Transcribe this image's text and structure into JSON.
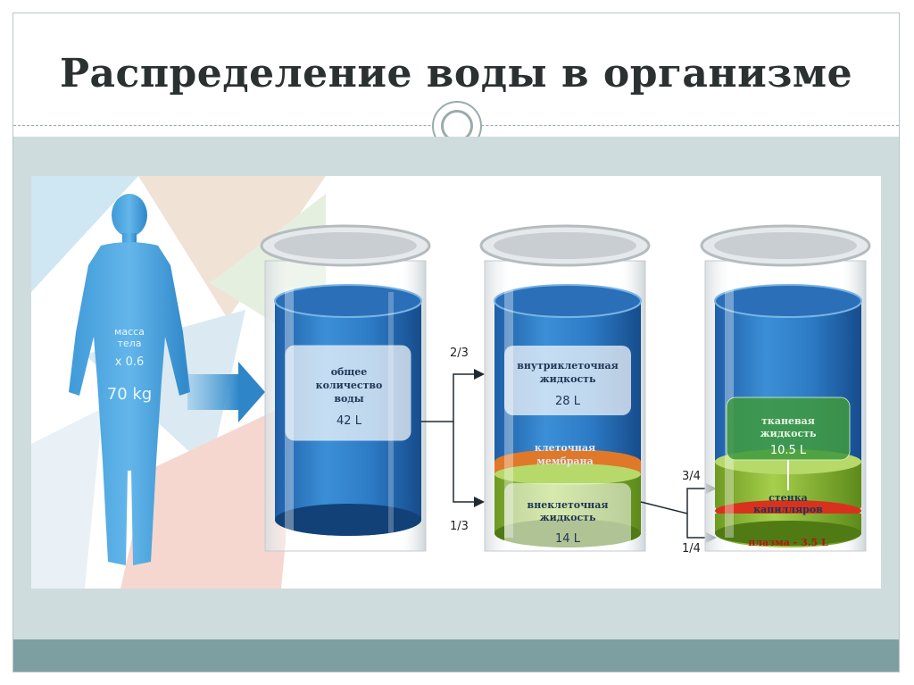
{
  "title": "Распределение воды в организме",
  "person": {
    "mass_label_1": "масса",
    "mass_label_2": "тела",
    "multiplier": "x 0.6",
    "weight": "70 kg"
  },
  "cylinder_total": {
    "label_1": "общее",
    "label_2": "количество",
    "label_3": "воды",
    "volume": "42 L"
  },
  "fractions": {
    "intracellular_share": "2/3",
    "extracellular_share": "1/3",
    "interstitial_share": "3/4",
    "plasma_share": "1/4"
  },
  "cylinder_cells": {
    "intracellular_1": "внутриклеточная",
    "intracellular_2": "жидкость",
    "intracellular_volume": "28 L",
    "membrane_1": "клеточная",
    "membrane_2": "мембрана",
    "extracellular_1": "внеклеточная",
    "extracellular_2": "жидкость",
    "extracellular_volume": "14 L"
  },
  "cylinder_extra": {
    "interstitial_1": "тканевая",
    "interstitial_2": "жидкость",
    "interstitial_volume": "10.5 L",
    "capillary_1": "стенка",
    "capillary_2": "капилляров",
    "plasma": "плазма - 3.5 L"
  },
  "colors": {
    "water_blue": "#2f76c0",
    "green_fluid": "#8fbf3a",
    "membrane_orange": "#e0782a",
    "capillary_red": "#d8321e"
  }
}
